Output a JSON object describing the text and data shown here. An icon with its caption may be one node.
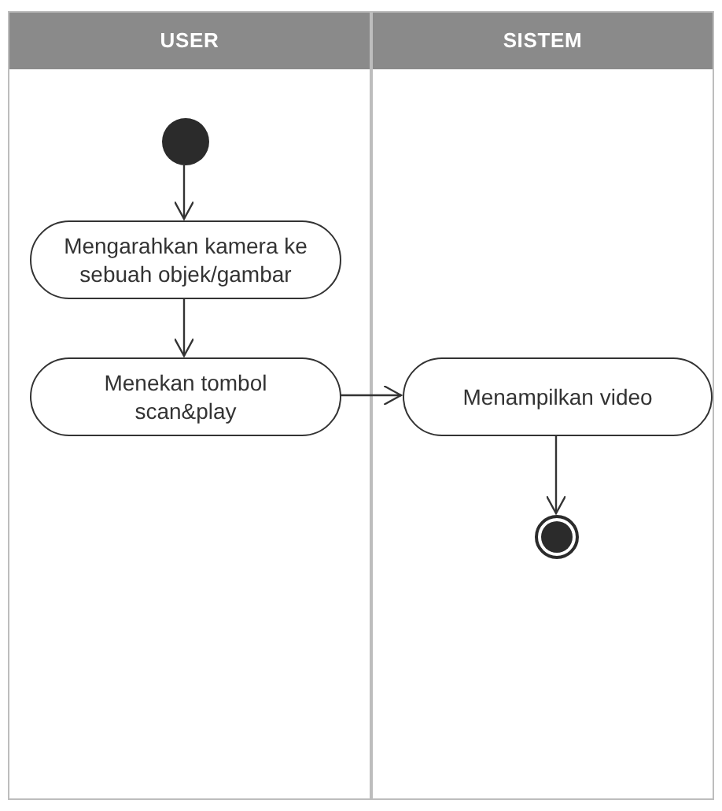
{
  "diagram": {
    "nodes": [
      {
        "text": [
          "USER"
        ]
      },
      {
        "text": [
          "SISTEM"
        ]
      },
      {
        "text": [],
        "shape": "circle",
        "in": 0
      },
      {
        "text": [
          "Mengarahkan kamera ke sebuah objek/gambar"
        ],
        "in": 0
      },
      {
        "text": [
          "Menekan tombol scan&play"
        ],
        "in": 0
      },
      {
        "text": [
          "Menampilkan video"
        ],
        "in": 1
      },
      {
        "text": [],
        "shape": "circle",
        "in": 1
      }
    ],
    "edges": [
      {
        "from": 2,
        "to": 3,
        "arrow": "to"
      },
      {
        "from": 3,
        "to": 4,
        "arrow": "to"
      },
      {
        "from": 4,
        "to": 5,
        "arrow": "to"
      },
      {
        "from": 5,
        "to": 6,
        "arrow": "to"
      }
    ]
  }
}
